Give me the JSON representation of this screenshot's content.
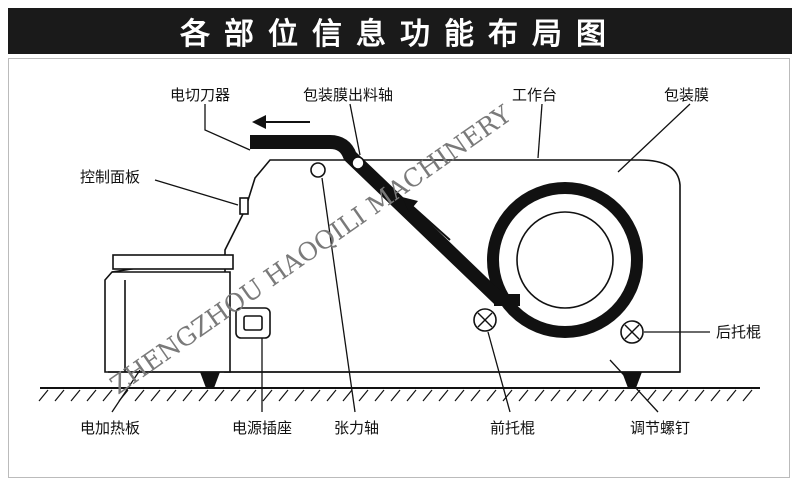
{
  "title": "各部位信息功能布局图",
  "watermark": "ZHENGZHOU HAOQILI MACHINERY",
  "labels": {
    "cutter": "电切刀器",
    "film_output_shaft": "包装膜出料轴",
    "worktable": "工作台",
    "film": "包装膜",
    "control_panel": "控制面板",
    "rear_roller": "后托棍",
    "heating_plate": "电加热板",
    "power_socket": "电源插座",
    "tension_shaft": "张力轴",
    "front_roller": "前托棍",
    "adjust_screw": "调节螺钉"
  },
  "colors": {
    "ink": "#111111",
    "title_bg": "#1a1a1a",
    "title_fg": "#ffffff"
  }
}
